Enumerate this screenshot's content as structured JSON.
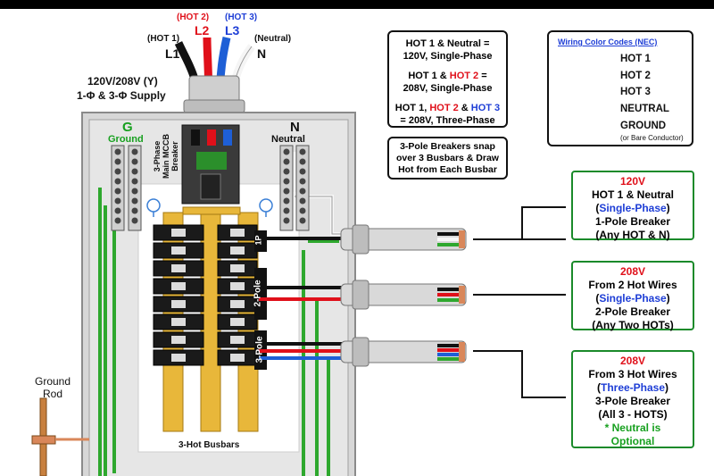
{
  "supply": {
    "hot1_tag": "(HOT 1)",
    "hot1_label": "L1",
    "hot2_tag": "(HOT 2)",
    "hot2_label": "L2",
    "hot3_tag": "(HOT 3)",
    "hot3_label": "L3",
    "neutral_tag": "(Neutral)",
    "neutral_label": "N",
    "voltage": "120V/208V (Y)",
    "phase": "1-Φ & 3-Φ Supply"
  },
  "panel": {
    "ground_letter": "G",
    "ground_word": "Ground",
    "neutral_letter": "N",
    "neutral_word": "Neutral",
    "main_breaker_lines": [
      "3-Phase",
      "Main MCCB",
      "Breaker"
    ],
    "pole_1p": "1P",
    "pole_2": "2-Pole",
    "pole_3": "3-Pole",
    "busbars": "3-Hot Busbars",
    "ground_rod": [
      "Ground",
      "Rod"
    ]
  },
  "info": {
    "line1a": "HOT 1 & Neutral =",
    "line1b": "120V, Single-Phase",
    "line2a_pre": "HOT 1 & ",
    "line2a_hot": "HOT 2",
    "line2a_post": " =",
    "line2b": "208V, Single-Phase",
    "line3a_pre": "HOT 1, ",
    "line3a_hot2": "HOT 2",
    "line3a_mid": " & ",
    "line3a_hot3": "HOT 3",
    "line3b": "= 208V, Three-Phase"
  },
  "snap_note": [
    "3-Pole Breakers snap",
    "over 3 Busbars & Draw",
    "Hot from Each Busbar"
  ],
  "legend": {
    "title": "Wiring Color Codes (NEC)",
    "items": [
      "HOT 1",
      "HOT 2",
      "HOT 3",
      "NEUTRAL",
      "GROUND"
    ],
    "ground_note": "(or Bare Conductor)",
    "colors": {
      "hot1": "#111111",
      "hot2": "#e0101a",
      "hot3": "#1e5fd6",
      "neutral": "#f2f2f2",
      "ground": "#2ea82e",
      "copper": "#d9875a"
    }
  },
  "callouts": [
    {
      "volt": "120V",
      "l1": "HOT 1 & Neutral",
      "l2_pre": "(",
      "l2_em": "Single-Phase",
      "l2_post": ")",
      "l3": "1-Pole Breaker",
      "l4": "(Any HOT & N)"
    },
    {
      "volt": "208V",
      "l1": "From 2 Hot Wires",
      "l2_pre": "(",
      "l2_em": "Single-Phase",
      "l2_post": ")",
      "l3": "2-Pole Breaker",
      "l4": "(Any Two HOTs)"
    },
    {
      "volt": "208V",
      "l1": "From 3 Hot Wires",
      "l2_pre": "(",
      "l2_em": "Three-Phase",
      "l2_post": ")",
      "l3": "3-Pole Breaker",
      "l4": "(All 3 - HOTS)",
      "l5": "* Neutral is",
      "l6": "Optional"
    }
  ]
}
